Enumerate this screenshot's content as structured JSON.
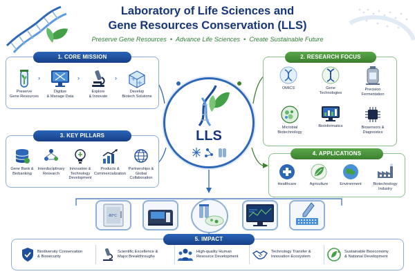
{
  "header": {
    "title_line1": "Laboratory of Life Sciences and",
    "title_line2": "Gene Resources Conservation (LLS)",
    "tagline": [
      "Preserve Gene Resources",
      "Advance Life Sciences",
      "Create Sustainable Future"
    ],
    "tagline_separator": "•"
  },
  "center": {
    "label": "LLS"
  },
  "core_mission": {
    "title": "1. CORE MISSION",
    "items": [
      {
        "line1": "Preserve",
        "line2": "Gene Resources",
        "icon": "test-tube-plant-icon"
      },
      {
        "line1": "Digitize",
        "line2": "& Manage Data",
        "icon": "monitor-dna-icon"
      },
      {
        "line1": "Explore",
        "line2": "& Innovate",
        "icon": "microscope-icon"
      },
      {
        "line1": "Develop",
        "line2": "Biotech Solutions",
        "icon": "cryo-cube-icon"
      }
    ],
    "arrow": "›"
  },
  "research_focus": {
    "title": "2. RESEARCH FOCUS",
    "items": [
      {
        "line1": "OMICS",
        "line2": "",
        "icon": "dna-circle-icon"
      },
      {
        "line1": "Gene",
        "line2": "Technologies",
        "icon": "dna-helix-icon"
      },
      {
        "line1": "Precision",
        "line2": "Fermentation",
        "icon": "bioreactor-icon"
      },
      {
        "line1": "Microbial",
        "line2": "Biotechnology",
        "icon": "microbe-dish-icon"
      },
      {
        "line1": "Bioinformatics",
        "line2": "",
        "icon": "monitor-chart-icon"
      },
      {
        "line1": "Biosensors &",
        "line2": "Diagnostics",
        "icon": "chip-icon"
      }
    ]
  },
  "key_pillars": {
    "title": "3. KEY PILLARS",
    "items": [
      {
        "line1": "Gene Bank &",
        "line2": "Biobanking",
        "line3": "",
        "icon": "database-icon"
      },
      {
        "line1": "Interdisciplinary",
        "line2": "Research",
        "line3": "",
        "icon": "people-network-icon"
      },
      {
        "line1": "Innovation &",
        "line2": "Technology",
        "line3": "Development",
        "icon": "lightbulb-icon"
      },
      {
        "line1": "Products &",
        "line2": "Commercialization",
        "line3": "",
        "icon": "growth-chart-icon"
      },
      {
        "line1": "Partnerships &",
        "line2": "Global",
        "line3": "Collaboration",
        "icon": "globe-icon"
      }
    ]
  },
  "applications": {
    "title": "4. APPLICATIONS",
    "items": [
      {
        "line1": "Healthcare",
        "line2": "",
        "icon": "medical-cross-icon"
      },
      {
        "line1": "Agriculture",
        "line2": "",
        "icon": "leaf-icon"
      },
      {
        "line1": "Environment",
        "line2": "",
        "icon": "earth-icon"
      },
      {
        "line1": "Biotechnology",
        "line2": "Industry",
        "icon": "factory-icon"
      }
    ]
  },
  "impact": {
    "title": "5. IMPACT",
    "items": [
      {
        "line1": "Biodiversity Conservation",
        "line2": "& Biosecurity",
        "icon": "shield-check-icon"
      },
      {
        "line1": "Scientific Excellence &",
        "line2": "Major Breakthroughs",
        "icon": "microscope-icon"
      },
      {
        "line1": "High-quality Human",
        "line2": "Resource Development",
        "icon": "team-icon"
      },
      {
        "line1": "Technology Transfer &",
        "line2": "Innovation Ecosystem",
        "icon": "handshake-icon"
      },
      {
        "line1": "Sustainable Bioeconomy",
        "line2": "& National Development",
        "icon": "recycle-leaf-icon"
      }
    ]
  },
  "photos": [
    {
      "label": "-80°C",
      "icon": "freezer-icon"
    },
    {
      "label": "",
      "icon": "sequencer-icon"
    },
    {
      "label": "",
      "icon": "petri-dish-icon"
    },
    {
      "label": "",
      "icon": "data-monitor-icon"
    },
    {
      "label": "",
      "icon": "pipette-plate-icon"
    }
  ],
  "colors": {
    "primary_blue": "#16357a",
    "accent_blue": "#2d67b8",
    "accent_green": "#3b7f2e",
    "tagline_green": "#2e7d32"
  }
}
